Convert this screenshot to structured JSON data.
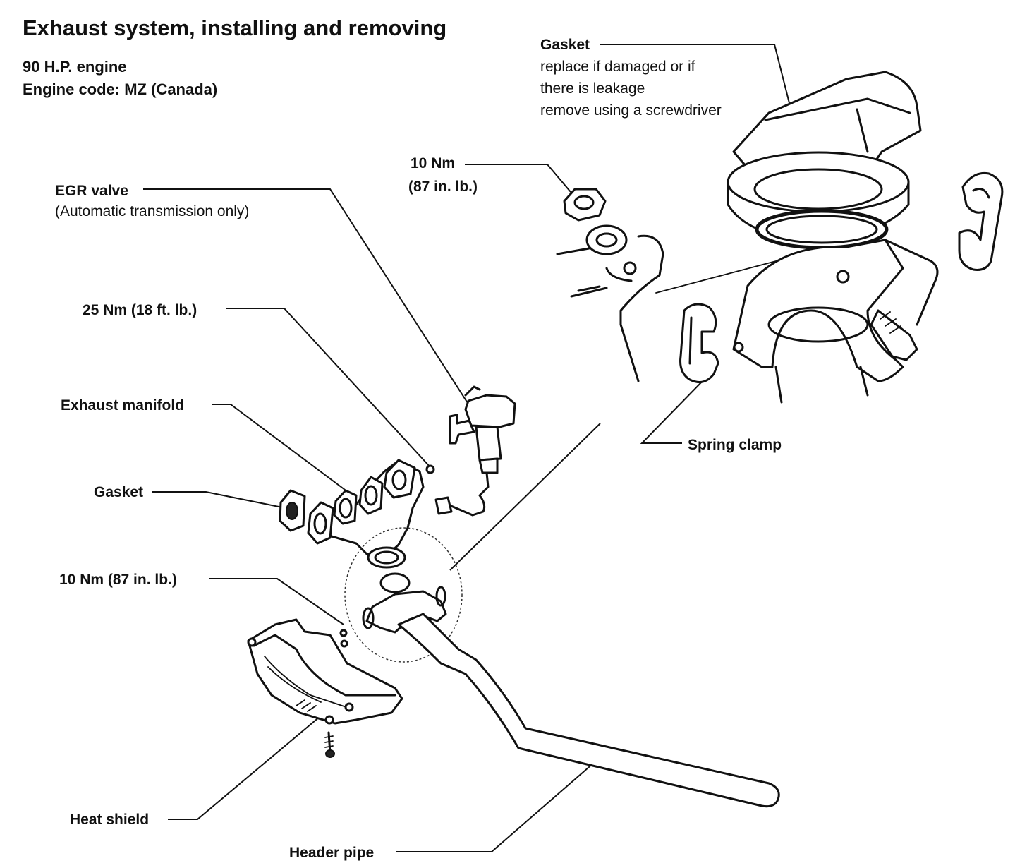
{
  "header": {
    "title": "Exhaust system, installing and removing",
    "line1": "90 H.P. engine",
    "line2": "Engine code: MZ (Canada)"
  },
  "labels": {
    "gasket_top": "Gasket",
    "gasket_top_note1": "replace if damaged or if",
    "gasket_top_note2": "there is leakage",
    "gasket_top_note3": "remove using a screwdriver",
    "torque_nut": "10 Nm",
    "torque_nut_alt": "(87 in. lb.)",
    "egr_valve": "EGR valve",
    "egr_note": "(Automatic transmission only)",
    "torque_egr": "25 Nm (18 ft. lb.)",
    "exhaust_manifold": "Exhaust manifold",
    "gasket_manifold": "Gasket",
    "torque_heat_shield": "10 Nm (87 in. lb.)",
    "spring_clamp": "Spring clamp",
    "heat_shield": "Heat shield",
    "header_pipe": "Header pipe"
  }
}
